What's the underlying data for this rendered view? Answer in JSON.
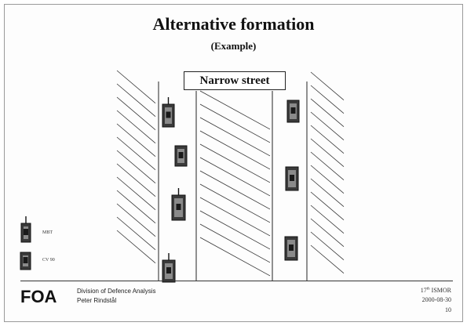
{
  "slide": {
    "title": "Alternative formation",
    "subtitle": "(Example)",
    "street_label": "Narrow street"
  },
  "legend": {
    "mbt_label": "MBT",
    "cv90_label": "CV 90"
  },
  "footer": {
    "logo": "FOA",
    "organization": "Division of Defence Analysis",
    "author": "Peter Rindstål",
    "conference_prefix": "17",
    "conference_sup": "th",
    "conference_suffix": " ISMOR",
    "date": "2000-08-30",
    "slide_number": "10"
  }
}
